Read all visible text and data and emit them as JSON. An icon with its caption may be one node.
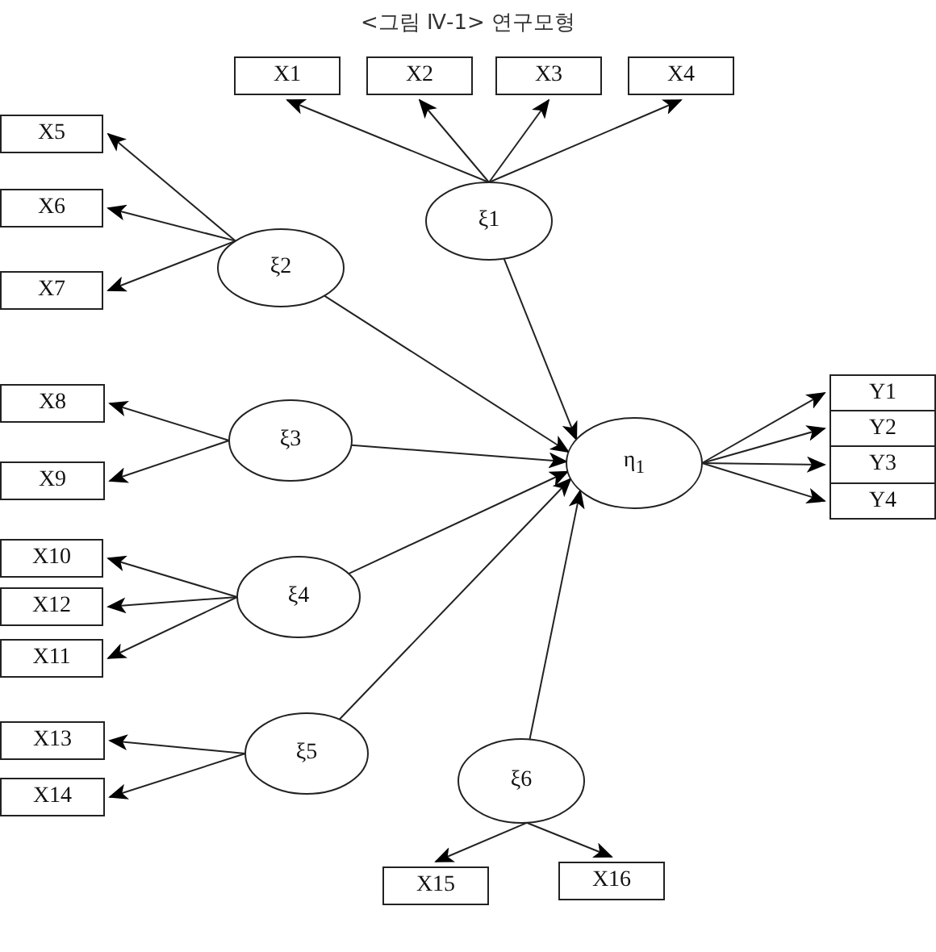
{
  "diagram": {
    "title": "<그림 Ⅳ-1> 연구모형",
    "nodes": [
      {
        "text": [
          "X1"
        ]
      },
      {
        "text": [
          "X2"
        ]
      },
      {
        "text": [
          "X3"
        ]
      },
      {
        "text": [
          "X4"
        ]
      },
      {
        "text": [
          "ξ1"
        ]
      },
      {
        "text": [
          "X5"
        ]
      },
      {
        "text": [
          "X6"
        ]
      },
      {
        "text": [
          "X7"
        ]
      },
      {
        "text": [
          "ξ2"
        ]
      },
      {
        "text": [
          "X8"
        ]
      },
      {
        "text": [
          "X9"
        ]
      },
      {
        "text": [
          "ξ3"
        ]
      },
      {
        "text": [
          "η$_{1}$"
        ]
      },
      {
        "text": [
          "Y1"
        ]
      },
      {
        "text": [
          "Y2"
        ]
      },
      {
        "text": [
          "Y3"
        ]
      },
      {
        "text": [
          "Y4"
        ]
      },
      {
        "text": [
          "X10"
        ]
      },
      {
        "text": [
          "X12"
        ]
      },
      {
        "text": [
          "X11"
        ]
      },
      {
        "text": [
          "ξ4"
        ]
      },
      {
        "text": [
          "X13"
        ]
      },
      {
        "text": [
          "X14"
        ]
      },
      {
        "text": [
          "ξ5"
        ]
      },
      {
        "text": [
          "ξ6"
        ]
      },
      {
        "text": [
          "X15"
        ]
      },
      {
        "text": [
          "X16"
        ]
      }
    ],
    "edges": [
      {
        "from": 4,
        "to": 0,
        "arrow": "to"
      },
      {
        "from": 4,
        "to": 1,
        "arrow": "to"
      },
      {
        "from": 4,
        "to": 2,
        "arrow": "to"
      },
      {
        "from": 4,
        "to": 3,
        "arrow": "to"
      },
      {
        "from": 8,
        "to": 5,
        "arrow": "to"
      },
      {
        "from": 8,
        "to": 6,
        "arrow": "to"
      },
      {
        "from": 8,
        "to": 7,
        "arrow": "to"
      },
      {
        "from": 11,
        "to": 9,
        "arrow": "to"
      },
      {
        "from": 11,
        "to": 10,
        "arrow": "to"
      },
      {
        "from": 20,
        "to": 17,
        "arrow": "to"
      },
      {
        "from": 20,
        "to": 18,
        "arrow": "to"
      },
      {
        "from": 20,
        "to": 19,
        "arrow": "to"
      },
      {
        "from": 23,
        "to": 21,
        "arrow": "to"
      },
      {
        "from": 23,
        "to": 22,
        "arrow": "to"
      },
      {
        "from": 24,
        "to": 25,
        "arrow": "to"
      },
      {
        "from": 24,
        "to": 26,
        "arrow": "to"
      },
      {
        "from": 4,
        "to": 12,
        "arrow": "to"
      },
      {
        "from": 8,
        "to": 12,
        "arrow": "to"
      },
      {
        "from": 11,
        "to": 12,
        "arrow": "to"
      },
      {
        "from": 20,
        "to": 12,
        "arrow": "to"
      },
      {
        "from": 23,
        "to": 12,
        "arrow": "to"
      },
      {
        "from": 24,
        "to": 12,
        "arrow": "to"
      },
      {
        "from": 12,
        "to": 13,
        "arrow": "to"
      },
      {
        "from": 12,
        "to": 14,
        "arrow": "to"
      },
      {
        "from": 12,
        "to": 15,
        "arrow": "to"
      },
      {
        "from": 12,
        "to": 16,
        "arrow": "to"
      }
    ]
  }
}
